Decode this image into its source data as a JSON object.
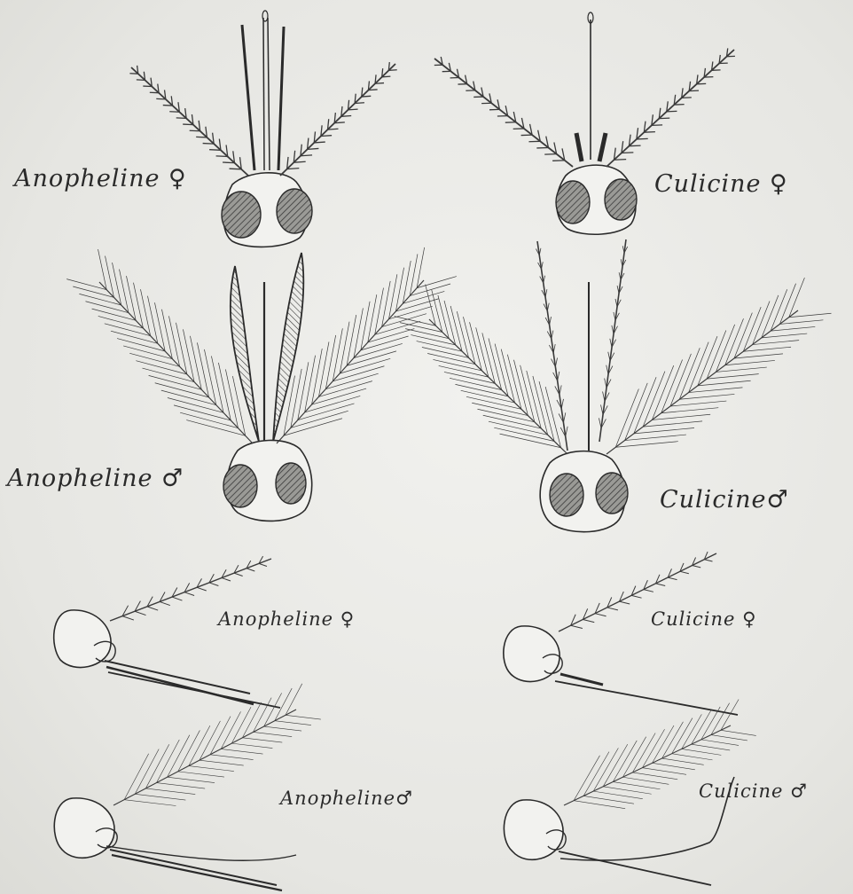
{
  "labels": {
    "anopheline_female_front": "Anopheline ♀",
    "culicine_female_front": "Culicine ♀",
    "anopheline_male_front": "Anopheline ♂",
    "culicine_male_front": "Culicine♂",
    "anopheline_female_side": "Anopheline ♀",
    "culicine_female_side": "Culicine ♀",
    "anopheline_male_side": "Anopheline♂",
    "culicine_male_side": "Culicine ♂"
  },
  "colors": {
    "ink": "#2a2a2a",
    "paper": "#e9e9e6",
    "eye": "#555555"
  }
}
